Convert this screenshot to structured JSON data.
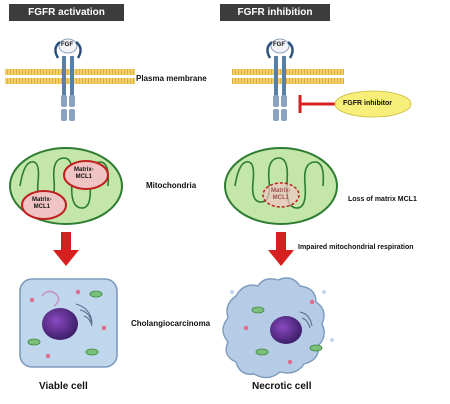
{
  "headers": {
    "left": "FGFR activation",
    "right": "FGFR inhibition"
  },
  "labels": {
    "fgf": "FGF",
    "plasma_membrane": "Plasma membrane",
    "fgfr_inhibitor": "FGFR inhibitor",
    "mitochondria": "Mitochondria",
    "matrix_mcl1": "Matrix-\nMCL1",
    "loss_of_matrix": "Loss of matrix MCL1",
    "impaired": "Impaired mitochondrial respiration",
    "cholangiocarcinoma": "Cholangiocarcinoma",
    "viable_cell": "Viable cell",
    "necrotic_cell": "Necrotic cell"
  },
  "colors": {
    "header_bg": "#3c3c3c",
    "membrane": "#f3cf6a",
    "receptor": "#5a7fa6",
    "mito_fill": "#c4e6a8",
    "mito_stroke": "#2e7d32",
    "mcl1_fill": "#f1c4c4",
    "mcl1_stroke": "#c02020",
    "arrow": "#d62020",
    "inhibitor_fill": "#f7ef7a",
    "nucleus": "#5c2a8a",
    "viable_bg": "#bfd6ec",
    "necrotic_bg": "#b6cce6"
  }
}
